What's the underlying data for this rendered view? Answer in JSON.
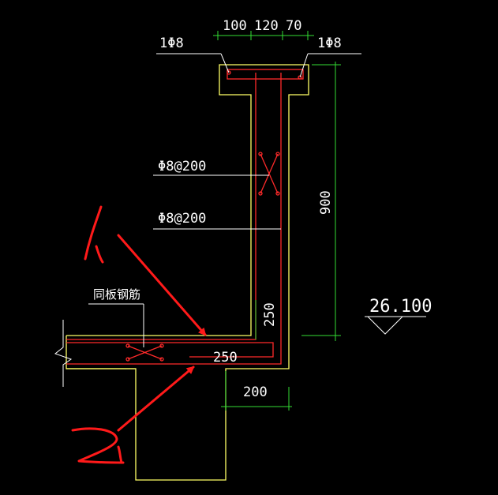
{
  "labels": {
    "rebar_left": "1Φ8",
    "rebar_right": "1Φ8",
    "stirrup_upper": "Φ8@200",
    "stirrup_lower": "Φ8@200",
    "slab_rebar": "同板钢筋",
    "elevation": "26.100"
  },
  "dimensions": {
    "top_1": "100",
    "top_2": "120",
    "top_3": "70",
    "height": "900",
    "inner_vertical": "250",
    "inner_horizontal": "250",
    "bottom": "200"
  },
  "annotations": {
    "mark_1": "1",
    "mark_2": "2"
  },
  "colors": {
    "background": "#000000",
    "concrete": "#ffff66",
    "rebar": "#ff2a2a",
    "dimension": "#33dd33",
    "text": "#ffffff",
    "markup": "#ff1a1a"
  }
}
